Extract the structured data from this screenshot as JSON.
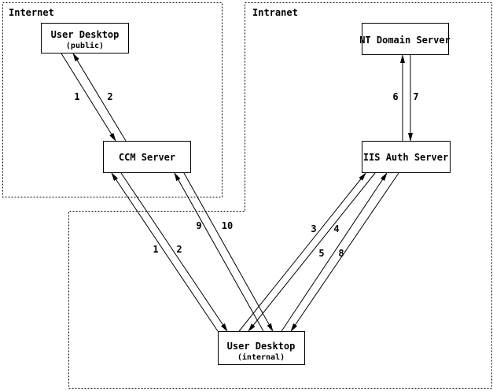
{
  "diagram": {
    "background": "#ffffff",
    "line_color": "#000000",
    "zones": {
      "internet": {
        "label": "Internet"
      },
      "intranet": {
        "label": "Intranet"
      }
    },
    "nodes": {
      "user_desktop_public": {
        "title": "User Desktop",
        "subtitle": "(public)"
      },
      "ccm_server": {
        "title": "CCM Server"
      },
      "nt_domain_server": {
        "title": "NT Domain Server"
      },
      "iis_auth_server": {
        "title": "IIS Auth Server"
      },
      "user_desktop_internal": {
        "title": "User Desktop",
        "subtitle": "(internal)"
      }
    },
    "edges": {
      "public_desktop_to_ccm": "1",
      "ccm_to_public_desktop": "2",
      "internal_desktop_to_ccm": "1",
      "ccm_to_internal_desktop": "2",
      "internal_desktop_to_iis_first": "3",
      "iis_to_internal_desktop_first": "4",
      "internal_desktop_to_iis_second": "5",
      "iis_to_nt_domain": "6",
      "nt_domain_to_iis": "7",
      "iis_to_internal_desktop_second": "8",
      "internal_desktop_to_ccm_second": "9",
      "ccm_to_internal_desktop_second": "10"
    }
  }
}
